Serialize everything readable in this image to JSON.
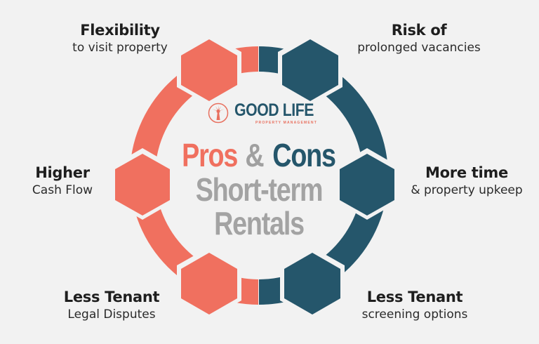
{
  "brand": {
    "name": "GOOD LIFE",
    "tagline": "PROPERTY MANAGEMENT",
    "icon": "palm-tree-icon"
  },
  "title": {
    "pros": "Pros",
    "ampersand": "&",
    "cons": "Cons",
    "line2": "Short-term",
    "line3": "Rentals"
  },
  "colors": {
    "pros": "#f0705f",
    "cons": "#25566b",
    "title_gray": "#a3a3a3",
    "background": "#f2f2f2",
    "text": "#1e1e1e"
  },
  "pros": [
    {
      "heading": "Flexibility",
      "detail": "to visit property"
    },
    {
      "heading": "Higher",
      "detail": "Cash Flow"
    },
    {
      "heading": "Less Tenant",
      "detail": "Legal Disputes"
    }
  ],
  "cons": [
    {
      "heading": "Risk of",
      "detail": "prolonged vacancies"
    },
    {
      "heading": "More time",
      "detail": "& property upkeep"
    },
    {
      "heading": "Less Tenant",
      "detail": "screening options"
    }
  ]
}
